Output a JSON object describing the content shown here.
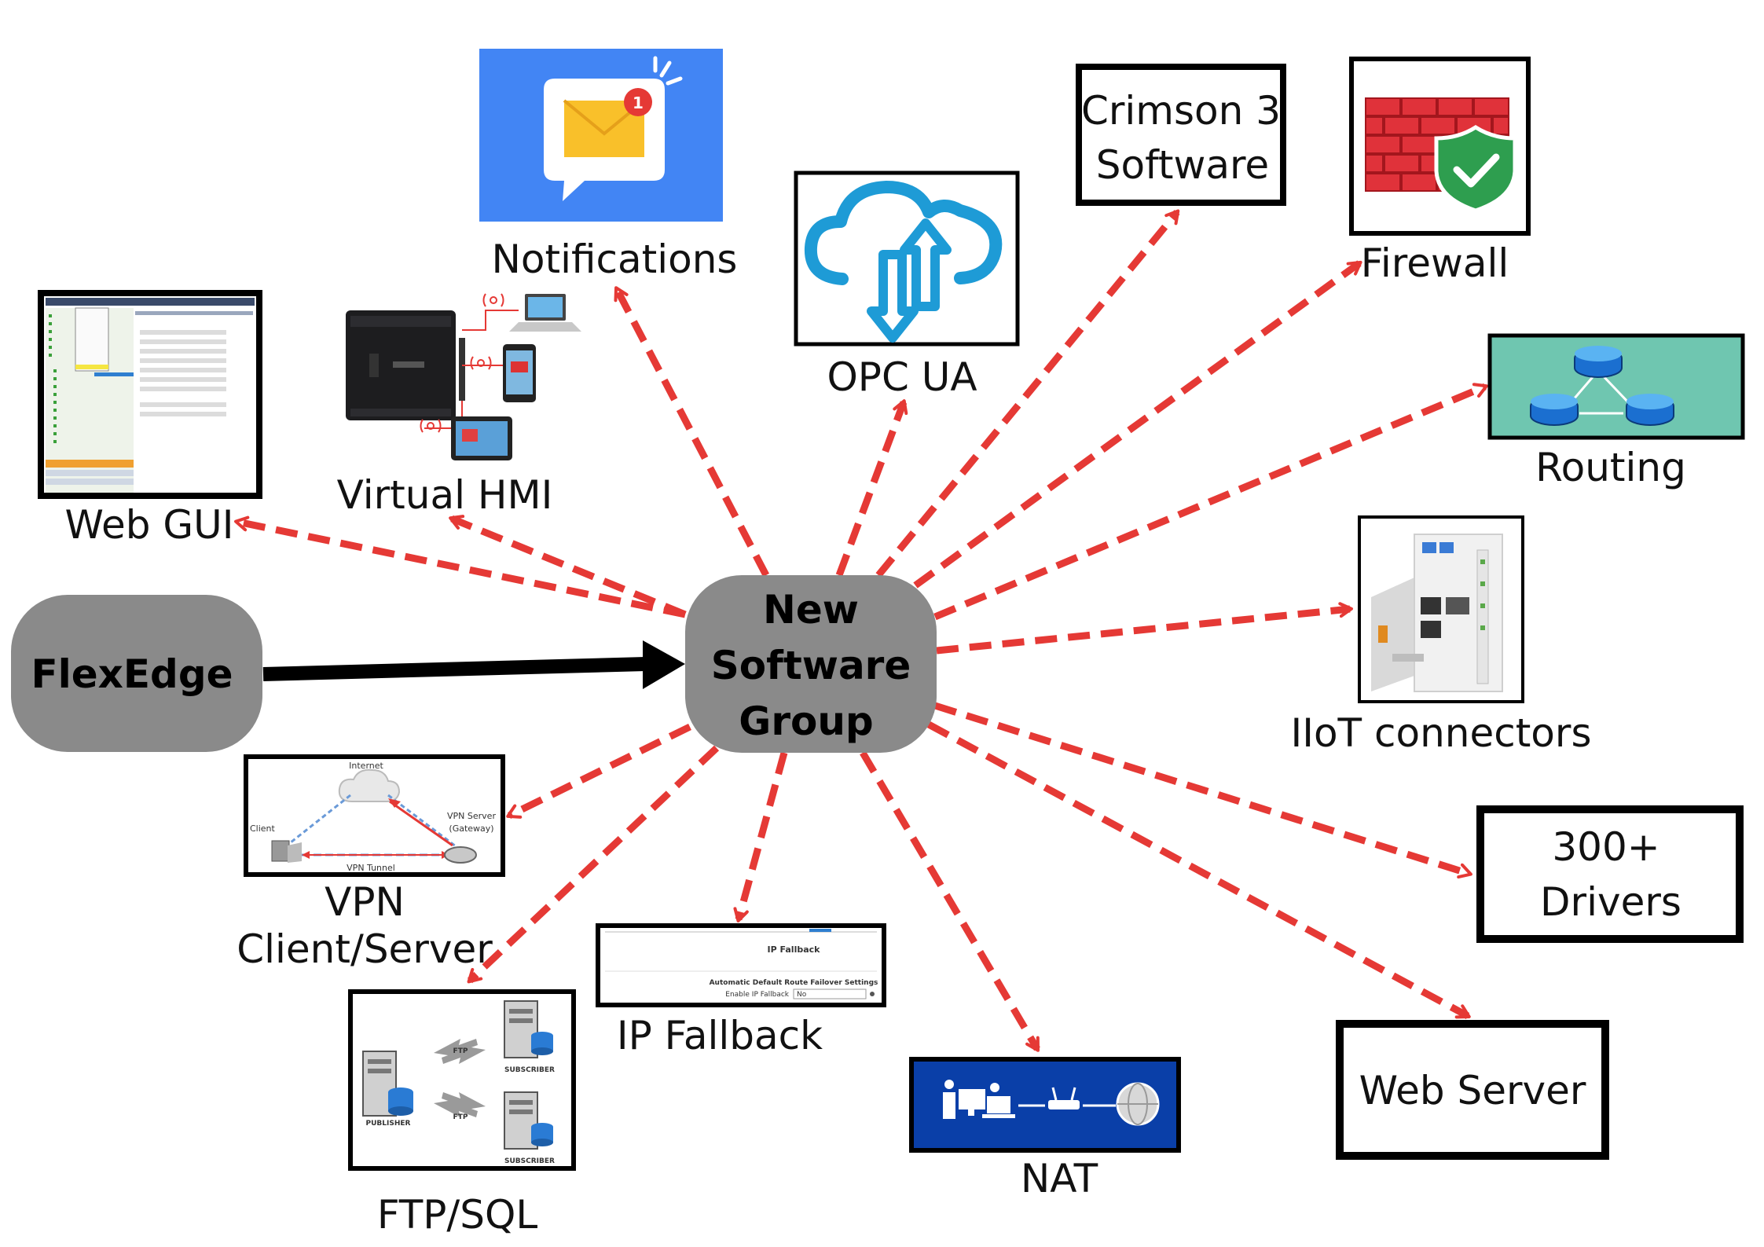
{
  "colors": {
    "arrow_red": "#e53935",
    "node_gray": "#8a8a8a",
    "notif_blue": "#4285f4",
    "nat_blue": "#0a3fa8",
    "routing_teal": "#6fc6b0",
    "firewall_red": "#e0323a",
    "shield_green": "#2e9e4f"
  },
  "source": {
    "label": "FlexEdge"
  },
  "hub": {
    "line1": "New",
    "line2": "Software",
    "line3": "Group"
  },
  "features": {
    "web_gui": {
      "label": "Web GUI"
    },
    "virtual_hmi": {
      "label": "Virtual HMI"
    },
    "notifications": {
      "label": "Notifications",
      "badge": "1"
    },
    "opc_ua": {
      "label": "OPC UA"
    },
    "crimson": {
      "line1": "Crimson 3",
      "line2": "Software"
    },
    "firewall": {
      "label": "Firewall"
    },
    "routing": {
      "label": "Routing"
    },
    "iiot": {
      "label": "IIoT connectors"
    },
    "drivers": {
      "line1": "300+",
      "line2": "Drivers"
    },
    "web_server": {
      "label": "Web Server"
    },
    "nat": {
      "label": "NAT"
    },
    "ip_fallback": {
      "label": "IP Fallback",
      "screen_title": "IP Fallback",
      "screen_heading": "Automatic Default Route Failover Settings",
      "screen_field": "Enable IP Fallback",
      "screen_value": "No"
    },
    "ftp_sql": {
      "label": "FTP/SQL",
      "publisher": "PUBLISHER",
      "subscriber": "SUBSCRIBER",
      "ftp": "FTP"
    },
    "vpn": {
      "line1": "VPN",
      "line2": "Client/Server",
      "internet": "Internet",
      "client": "Client",
      "server1": "VPN Server",
      "server2": "(Gateway)",
      "tunnel": "VPN Tunnel"
    }
  }
}
